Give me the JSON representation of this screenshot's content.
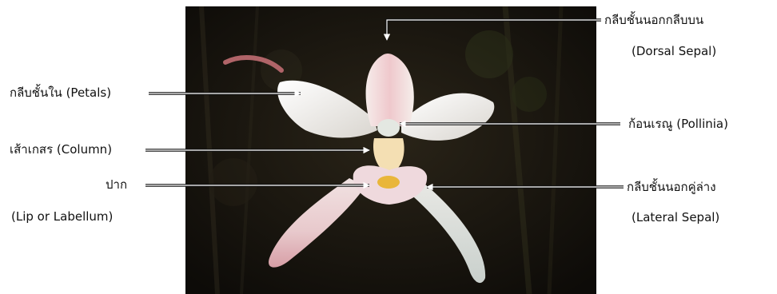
{
  "labels": {
    "dorsal_sepal_th": "กลีบชั้นนอกกลีบบน",
    "dorsal_sepal_en": "(Dorsal Sepal)",
    "petals": "กลีบชั้นใน (Petals)",
    "pollinia": "ก้อนเรณู (Pollinia)",
    "column": "เส้าเกสร (Column)",
    "lip_th": "ปาก",
    "lip_en": "(Lip or Labellum)",
    "lateral_sepal_th": "กลีบชั้นนอกคู่ล่าง",
    "lateral_sepal_en": "(Lateral Sepal)"
  },
  "colors": {
    "photo_background": "#1a1712",
    "flower_white": "#f3efe9",
    "flower_pink": "#e8b9be",
    "lip_yellow": "#e9b63a",
    "leader_line": "#111111"
  }
}
